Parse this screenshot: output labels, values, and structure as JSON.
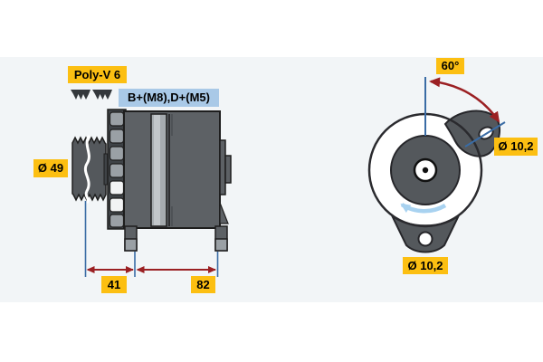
{
  "drawing": {
    "type": "alternator-technical-diagram",
    "side_view": {
      "belt_label": "Poly-V 6",
      "terminal_label": "B+(M8),D+(M5)",
      "pulley_diameter_label": "Ø 49",
      "mount_spacing_front_label": "41",
      "mount_spacing_rear_label": "82"
    },
    "front_view": {
      "mount_angle_label": "60°",
      "top_hole_diameter_label": "Ø 10,2",
      "bottom_hole_diameter_label": "Ø 10,2"
    },
    "icons": {
      "belt_profile_icons": [
        "belt-profile-icon",
        "belt-profile-icon"
      ]
    },
    "colors": {
      "label_yellow": "#fcbf12",
      "label_blue": "#a9c9e7",
      "housing_gray": "#5d6165",
      "housing_dark": "#3f4347",
      "accent_light_gray": "#a6abaf",
      "outline_dark": "#1e1e1e",
      "dimension_red": "#9b2023",
      "reference_blue": "#3a6ca5",
      "rotation_arrow_blue": "#a8d2f0",
      "band_background": "#f2f5f7"
    }
  }
}
